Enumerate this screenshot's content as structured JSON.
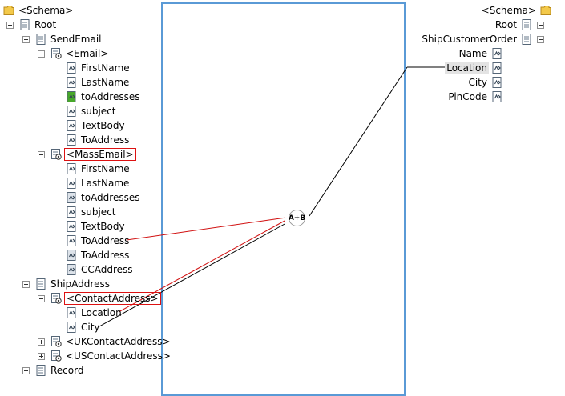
{
  "source": {
    "nodes": [
      {
        "name": "source-schema-label",
        "text": "<Schema>",
        "icon": "folder-icon",
        "expander": "none",
        "boxed": false
      },
      {
        "name": "source-root",
        "text": "Root",
        "icon": "record-icon",
        "expander": "minus",
        "boxed": false
      },
      {
        "name": "source-sendemail",
        "text": "SendEmail",
        "icon": "record-icon",
        "expander": "minus",
        "boxed": false
      },
      {
        "name": "source-email",
        "text": "<Email>",
        "icon": "schema-node-icon",
        "expander": "minus",
        "boxed": false
      },
      {
        "name": "source-email-firstname",
        "text": "FirstName",
        "icon": "field-icon",
        "expander": "none",
        "boxed": false
      },
      {
        "name": "source-email-lastname",
        "text": "LastName",
        "icon": "field-icon",
        "expander": "none",
        "boxed": false
      },
      {
        "name": "source-email-toaddresses",
        "text": "toAddresses",
        "icon": "field-green-icon",
        "expander": "none",
        "boxed": false
      },
      {
        "name": "source-email-subject",
        "text": "subject",
        "icon": "field-icon",
        "expander": "none",
        "boxed": false
      },
      {
        "name": "source-email-textbody",
        "text": "TextBody",
        "icon": "field-icon",
        "expander": "none",
        "boxed": false
      },
      {
        "name": "source-email-toaddress",
        "text": "ToAddress",
        "icon": "field-icon",
        "expander": "none",
        "boxed": false
      },
      {
        "name": "source-massemail",
        "text": "<MassEmail>",
        "icon": "schema-node-icon",
        "expander": "minus",
        "boxed": true
      },
      {
        "name": "source-massemail-firstname",
        "text": "FirstName",
        "icon": "field-icon",
        "expander": "none",
        "boxed": false
      },
      {
        "name": "source-massemail-lastname",
        "text": "LastName",
        "icon": "field-icon",
        "expander": "none",
        "boxed": false
      },
      {
        "name": "source-massemail-toaddresses",
        "text": "toAddresses",
        "icon": "field-dark-icon",
        "expander": "none",
        "boxed": false
      },
      {
        "name": "source-massemail-subject",
        "text": "subject",
        "icon": "field-icon",
        "expander": "none",
        "boxed": false
      },
      {
        "name": "source-massemail-textbody",
        "text": "TextBody",
        "icon": "field-icon",
        "expander": "none",
        "boxed": false
      },
      {
        "name": "source-massemail-toaddress",
        "text": "ToAddress",
        "icon": "field-icon",
        "expander": "none",
        "boxed": false
      },
      {
        "name": "source-massemail-toaddress-2",
        "text": "ToAddress",
        "icon": "field-dark-icon",
        "expander": "none",
        "boxed": false
      },
      {
        "name": "source-massemail-ccaddress",
        "text": "CCAddress",
        "icon": "field-dark-icon",
        "expander": "none",
        "boxed": false
      },
      {
        "name": "source-shipaddress",
        "text": "ShipAddress",
        "icon": "record-icon",
        "expander": "minus",
        "boxed": false
      },
      {
        "name": "source-contactaddress",
        "text": "<ContactAddress>",
        "icon": "schema-node-icon",
        "expander": "minus",
        "boxed": true
      },
      {
        "name": "source-contact-location",
        "text": "Location",
        "icon": "field-icon",
        "expander": "none",
        "boxed": false
      },
      {
        "name": "source-contact-city",
        "text": "City",
        "icon": "field-icon",
        "expander": "none",
        "boxed": false
      },
      {
        "name": "source-ukcontactaddress",
        "text": "<UKContactAddress>",
        "icon": "schema-node-icon",
        "expander": "plus",
        "boxed": false
      },
      {
        "name": "source-uscontactaddress",
        "text": "<USContactAddress>",
        "icon": "schema-node-icon",
        "expander": "plus",
        "boxed": false
      },
      {
        "name": "source-record",
        "text": "Record",
        "icon": "record-icon",
        "expander": "plus",
        "boxed": false
      }
    ]
  },
  "target": {
    "nodes": [
      {
        "name": "target-schema-label",
        "text": "<Schema>",
        "icon": "folder-icon",
        "expander": "none",
        "highlight": false
      },
      {
        "name": "target-root",
        "text": "Root",
        "icon": "record-icon",
        "expander": "minus",
        "highlight": false
      },
      {
        "name": "target-shipcustomerorder",
        "text": "ShipCustomerOrder",
        "icon": "record-icon",
        "expander": "minus",
        "highlight": false
      },
      {
        "name": "target-name",
        "text": "Name",
        "icon": "field-icon",
        "expander": "none",
        "highlight": false
      },
      {
        "name": "target-location",
        "text": "Location",
        "icon": "field-icon",
        "expander": "none",
        "highlight": true
      },
      {
        "name": "target-city",
        "text": "City",
        "icon": "field-icon",
        "expander": "none",
        "highlight": false
      },
      {
        "name": "target-pincode",
        "text": "PinCode",
        "icon": "field-icon",
        "expander": "none",
        "highlight": false
      }
    ]
  },
  "functoid": {
    "label": "A+B",
    "name": "concatenate-functoid"
  },
  "colors": {
    "grid_border": "#5a9ad6",
    "selected_link": "#d11111",
    "link": "#000000"
  }
}
